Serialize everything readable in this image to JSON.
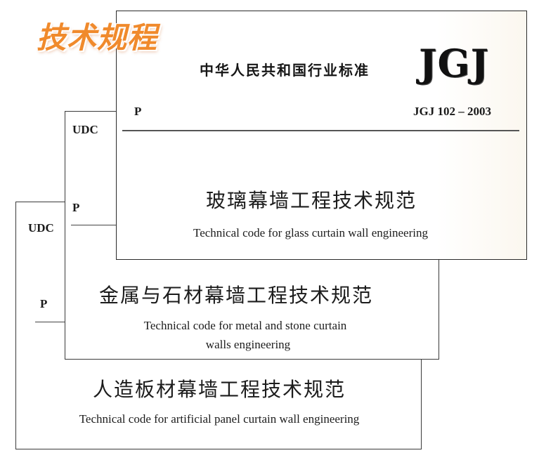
{
  "badge": {
    "text": "技术规程"
  },
  "front_cover": {
    "issuer": "中华人民共和国行业标准",
    "logo": "JGJ",
    "category": "P",
    "code": "JGJ 102 – 2003",
    "title_zh": "玻璃幕墙工程技术规范",
    "title_en": "Technical code for glass curtain wall engineering"
  },
  "middle_cover": {
    "udc": "UDC",
    "category": "P",
    "title_zh": "金属与石材幕墙工程技术规范",
    "title_en_line1": "Technical code for metal and stone curtain",
    "title_en_line2": "walls engineering"
  },
  "back_cover": {
    "udc": "UDC",
    "category": "P",
    "title_zh": "人造板材幕墙工程技术规范",
    "title_en": "Technical code for artificial panel curtain wall engineering"
  },
  "colors": {
    "badge": "#f08a2c",
    "ink": "#1a1a1a",
    "border": "#3a3a3a"
  }
}
